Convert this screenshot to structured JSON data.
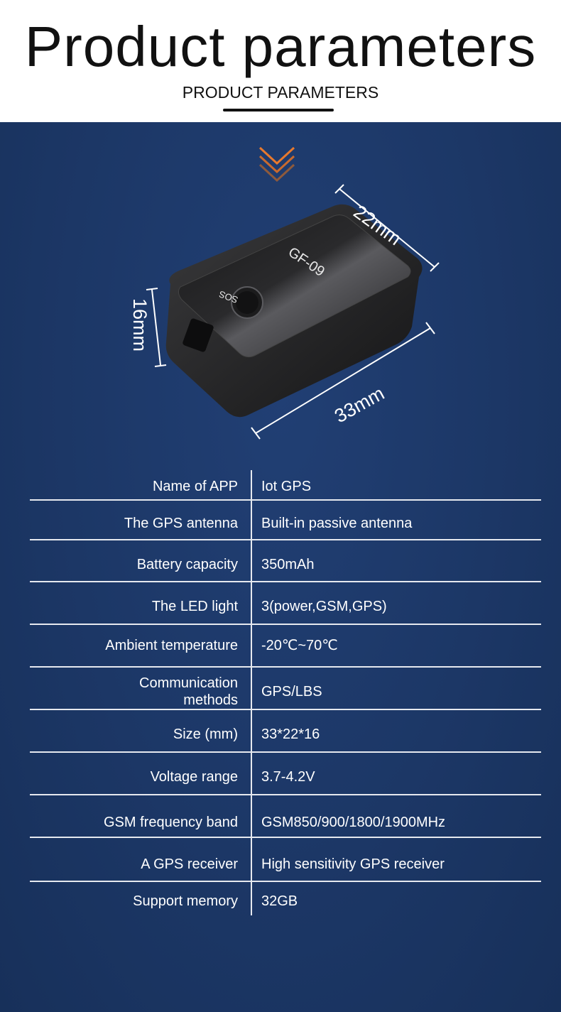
{
  "header": {
    "title": "Product parameters",
    "subtitle": "PRODUCT PARAMETERS"
  },
  "product": {
    "model_label": "GF-09",
    "button_label": "SOS",
    "dimensions": {
      "width": "22mm",
      "length": "33mm",
      "height": "16mm"
    }
  },
  "colors": {
    "panel_background": "#1c3766",
    "accent_orange": "#e8792d",
    "divider": "#e6e9ef"
  },
  "params": [
    {
      "label": "Name of APP",
      "value": "Iot GPS"
    },
    {
      "label": "The GPS antenna",
      "value": "Built-in passive antenna"
    },
    {
      "label": "Battery capacity",
      "value": "350mAh"
    },
    {
      "label": "The LED light",
      "value": "3(power,GSM,GPS)"
    },
    {
      "label": "Ambient temperature",
      "value": "-20℃~70℃"
    },
    {
      "label": "Communication methods",
      "value": "GPS/LBS"
    },
    {
      "label": "Size (mm)",
      "value": "33*22*16"
    },
    {
      "label": "Voltage range",
      "value": "3.7-4.2V"
    },
    {
      "label": "GSM frequency band",
      "value": "GSM850/900/1800/1900MHz"
    },
    {
      "label": "A GPS receiver",
      "value": "High sensitivity GPS receiver"
    },
    {
      "label": "Support memory",
      "value": "32GB"
    }
  ]
}
